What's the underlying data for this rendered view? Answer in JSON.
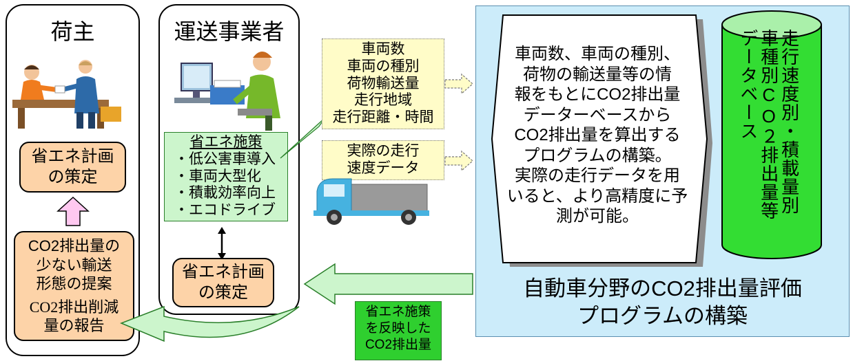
{
  "shipper": {
    "title": "荷主",
    "plan_box": "省エネ計画\nの策定",
    "proposal_box": "CO2排出量の\n少ない輸送\n形態の提案",
    "report_box": "CO2排出削減\n量の報告"
  },
  "carrier": {
    "title": "運送事業者",
    "measures_title": "省エネ施策",
    "measures": [
      "・低公害車導入",
      "・車両大型化",
      "・積載効率向上",
      "・エコドライブ"
    ],
    "plan_box": "省エネ計画\nの策定"
  },
  "data_inputs": {
    "vehicle_info": "車両数\n車両の種別\n荷物輸送量\n走行地域\n走行距離・時間",
    "speed_data": "実際の走行\n速度データ"
  },
  "program_description": "車両数、車両の種別、\n荷物の輸送量等の情\n報をもとにCO2排出量\nデーターベースから\nCO2排出量を算出する\nプログラムの構築。\n実際の走行データを用\nいると、より高精度に予\n測が可能。",
  "database": {
    "label": "走行速度別・積載量別\n車種別CO２排出量等\nデータベース"
  },
  "program_title": "自動車分野のCO2排出量評価\nプログラムの構築",
  "output_label": "省エネ施策\nを反映した\nCO2排出量",
  "colors": {
    "panel_blue": "#ccecfa",
    "box_orange": "#fdd3a8",
    "note_yellow": "#fffcc8",
    "measures_green": "#ccf5cc",
    "cylinder_green": "#33dd33",
    "arrow_green": "#ccf5cc",
    "arrow_pink": "#ffc8f0"
  }
}
